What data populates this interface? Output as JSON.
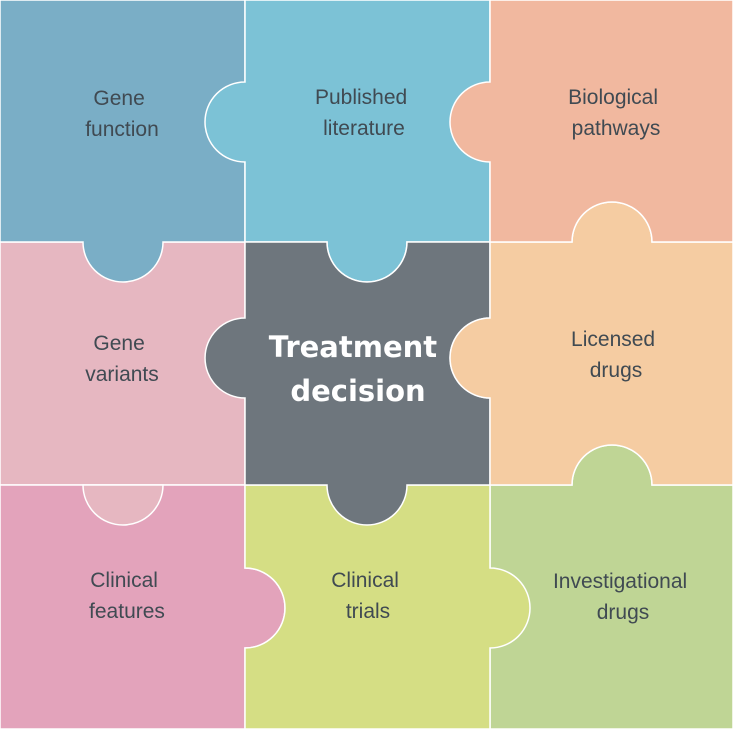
{
  "pieces": [
    {
      "id": "gene-function",
      "lines": [
        "Gene",
        "function"
      ],
      "color": "#7aaec6"
    },
    {
      "id": "published-literature",
      "lines": [
        "Published",
        "literature"
      ],
      "color": "#7cc2d6"
    },
    {
      "id": "biological-pathways",
      "lines": [
        "Biological",
        "pathways"
      ],
      "color": "#f1b89f"
    },
    {
      "id": "gene-variants",
      "lines": [
        "Gene",
        "variants"
      ],
      "color": "#e6b7c1"
    },
    {
      "id": "treatment-decision",
      "lines": [
        "Treatment",
        "decision"
      ],
      "color": "#6e767d",
      "center": true
    },
    {
      "id": "licensed-drugs",
      "lines": [
        "Licensed",
        "drugs"
      ],
      "color": "#f5cca2"
    },
    {
      "id": "clinical-features",
      "lines": [
        "Clinical",
        "features"
      ],
      "color": "#e3a3bb"
    },
    {
      "id": "clinical-trials",
      "lines": [
        "Clinical",
        "trials"
      ],
      "color": "#d5de84"
    },
    {
      "id": "investigational-drugs",
      "lines": [
        "Investigational",
        "drugs"
      ],
      "color": "#bfd595"
    }
  ]
}
